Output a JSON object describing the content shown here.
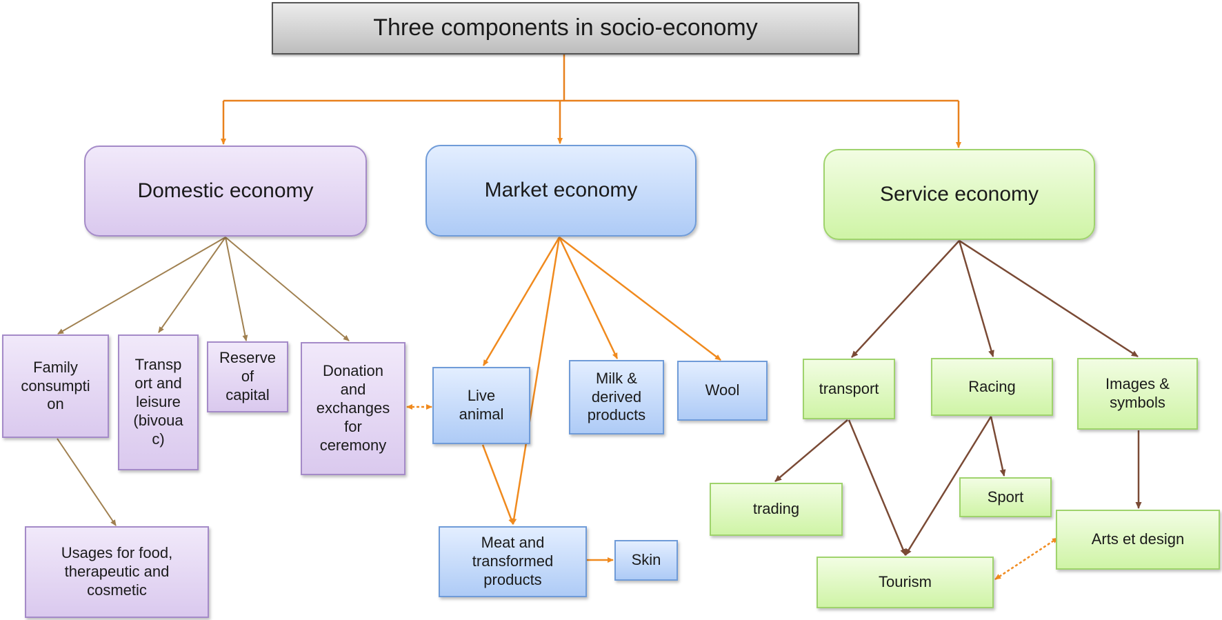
{
  "title": "Three components in socio-economy",
  "domestic": {
    "label": "Domestic economy",
    "family_consumption": "Family\nconsumpti\non",
    "transport_leisure": "Transp\nort and\nleisure\n(bivoua\nc)",
    "reserve_capital": "Reserve\nof\ncapital",
    "donation": "Donation\nand\nexchanges\nfor\nceremony",
    "usages": "Usages for food,\ntherapeutic and\ncosmetic"
  },
  "market": {
    "label": "Market economy",
    "live_animal": "Live\nanimal",
    "milk": "Milk &\nderived\nproducts",
    "wool": "Wool",
    "meat": "Meat and\ntransformed\nproducts",
    "skin": "Skin"
  },
  "service": {
    "label": "Service economy",
    "transport": "transport",
    "racing": "Racing",
    "images": "Images &\nsymbols",
    "trading": "trading",
    "sport": "Sport",
    "arts": "Arts et design",
    "tourism": "Tourism"
  },
  "colors": {
    "top_connector": "#e8801c",
    "domestic_arrow": "#a08050",
    "market_arrow": "#f08a1e",
    "service_arrow": "#7a4a35",
    "purple_fill": "#dac9ee",
    "blue_fill": "#aecbf6",
    "green_fill": "#cff4a6"
  }
}
